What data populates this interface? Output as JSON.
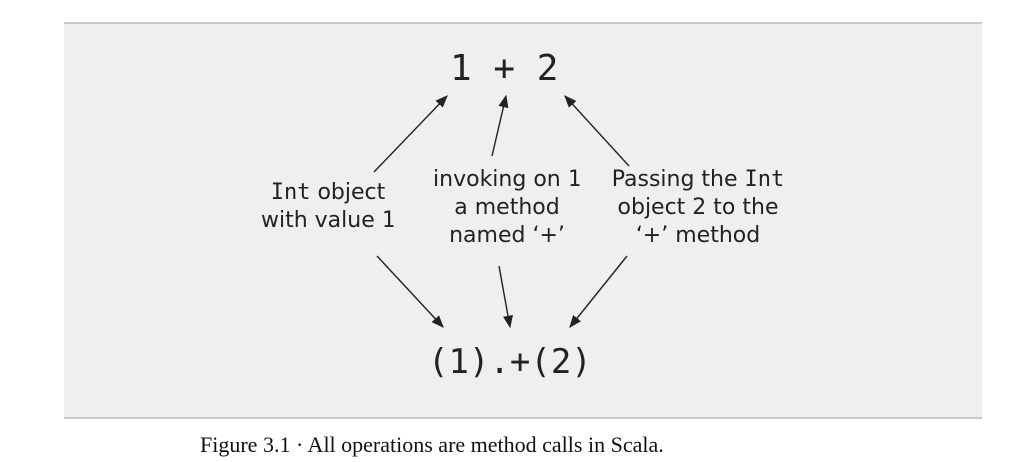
{
  "diagram": {
    "top_expression": "1 + 2",
    "bottom_expression": "(1).+(2)",
    "left_label": {
      "line1_code": "Int",
      "line1_text": " object",
      "line2_text": "with value ",
      "line2_code": "1"
    },
    "middle_label": {
      "line1_text": "invoking on ",
      "line1_code": "1",
      "line2_text": "a method",
      "line3_text": "named ‘+’"
    },
    "right_label": {
      "line1_text": "Passing the ",
      "line1_code": "Int",
      "line2_text": "object 2 to the",
      "line3_text": "‘+’ method"
    }
  },
  "caption": "Figure 3.1 · All operations are method calls in Scala."
}
